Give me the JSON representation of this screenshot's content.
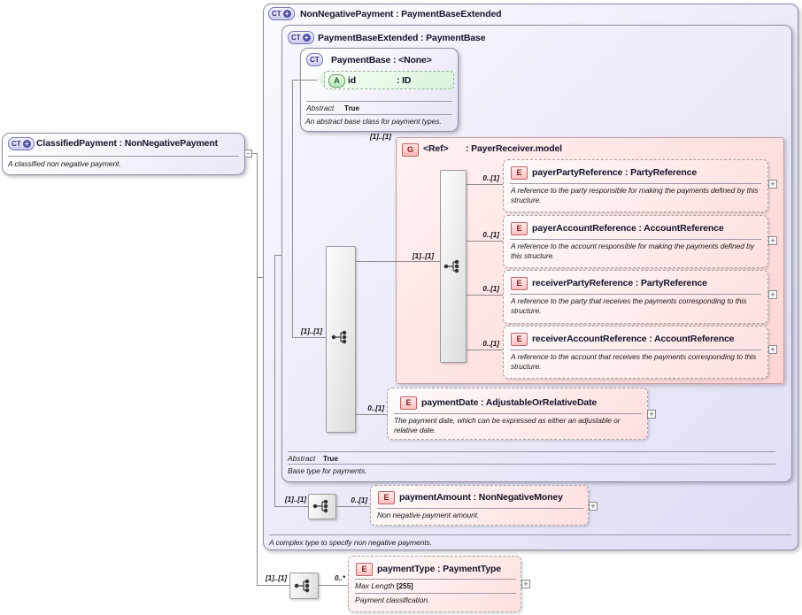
{
  "icons": {
    "ct": "CT",
    "plus": "+",
    "minus": "−",
    "attr": "A",
    "elem": "E",
    "grp": "G"
  },
  "classified_payment": {
    "title": "ClassifiedPayment : NonNegativePayment",
    "annotation": "A classified non negative payment.",
    "seq_cardinality": "[1]..[1]"
  },
  "non_negative_payment": {
    "title": "NonNegativePayment : PaymentBaseExtended",
    "annotation": "A complex type to specify non negative payments.",
    "seq_cardinality": "[1]..[1]"
  },
  "payment_base_extended": {
    "title": "PaymentBaseExtended : PaymentBase",
    "seq_cardinality": "[1]..[1]",
    "abstract_label": "Abstract",
    "abstract_value": "True",
    "annotation": "Base type for payments."
  },
  "payment_base": {
    "title": "PaymentBase : <None>",
    "abstract_label": "Abstract",
    "abstract_value": "True",
    "annotation": "An abstract base class for payment types.",
    "attribute": {
      "name": "id",
      "type": ": ID"
    }
  },
  "payer_receiver_group": {
    "name": "<Ref>",
    "type": ": PayerReceiver.model",
    "cardinality": "[1]..[1]",
    "seq_cardinality": "[1]..[1]",
    "elements": [
      {
        "title": "payerPartyReference : PartyReference",
        "cardinality": "0..[1]",
        "annotation": "A reference to the party responsible for making the payments defined by this structure."
      },
      {
        "title": "payerAccountReference : AccountReference",
        "cardinality": "0..[1]",
        "annotation": "A reference to the account responsible for making the payments defined by this structure."
      },
      {
        "title": "receiverPartyReference : PartyReference",
        "cardinality": "0..[1]",
        "annotation": "A reference to the party that receives the payments corresponding to this structure."
      },
      {
        "title": "receiverAccountReference : AccountReference",
        "cardinality": "0..[1]",
        "annotation": "A reference to the account that receives the payments corresponding to this structure."
      }
    ]
  },
  "payment_date": {
    "title": "paymentDate : AdjustableOrRelativeDate",
    "cardinality": "0..[1]",
    "annotation": "The payment date, which can be expressed as either an adjustable or relative date."
  },
  "payment_amount": {
    "title": "paymentAmount : NonNegativeMoney",
    "cardinality": "0..[1]",
    "annotation": "Non negative payment amount."
  },
  "payment_type": {
    "title": "paymentType : PaymentType",
    "cardinality": "0..*",
    "max_length_label": "Max Length",
    "max_length_value": "[255]",
    "annotation": "Payment classification."
  }
}
